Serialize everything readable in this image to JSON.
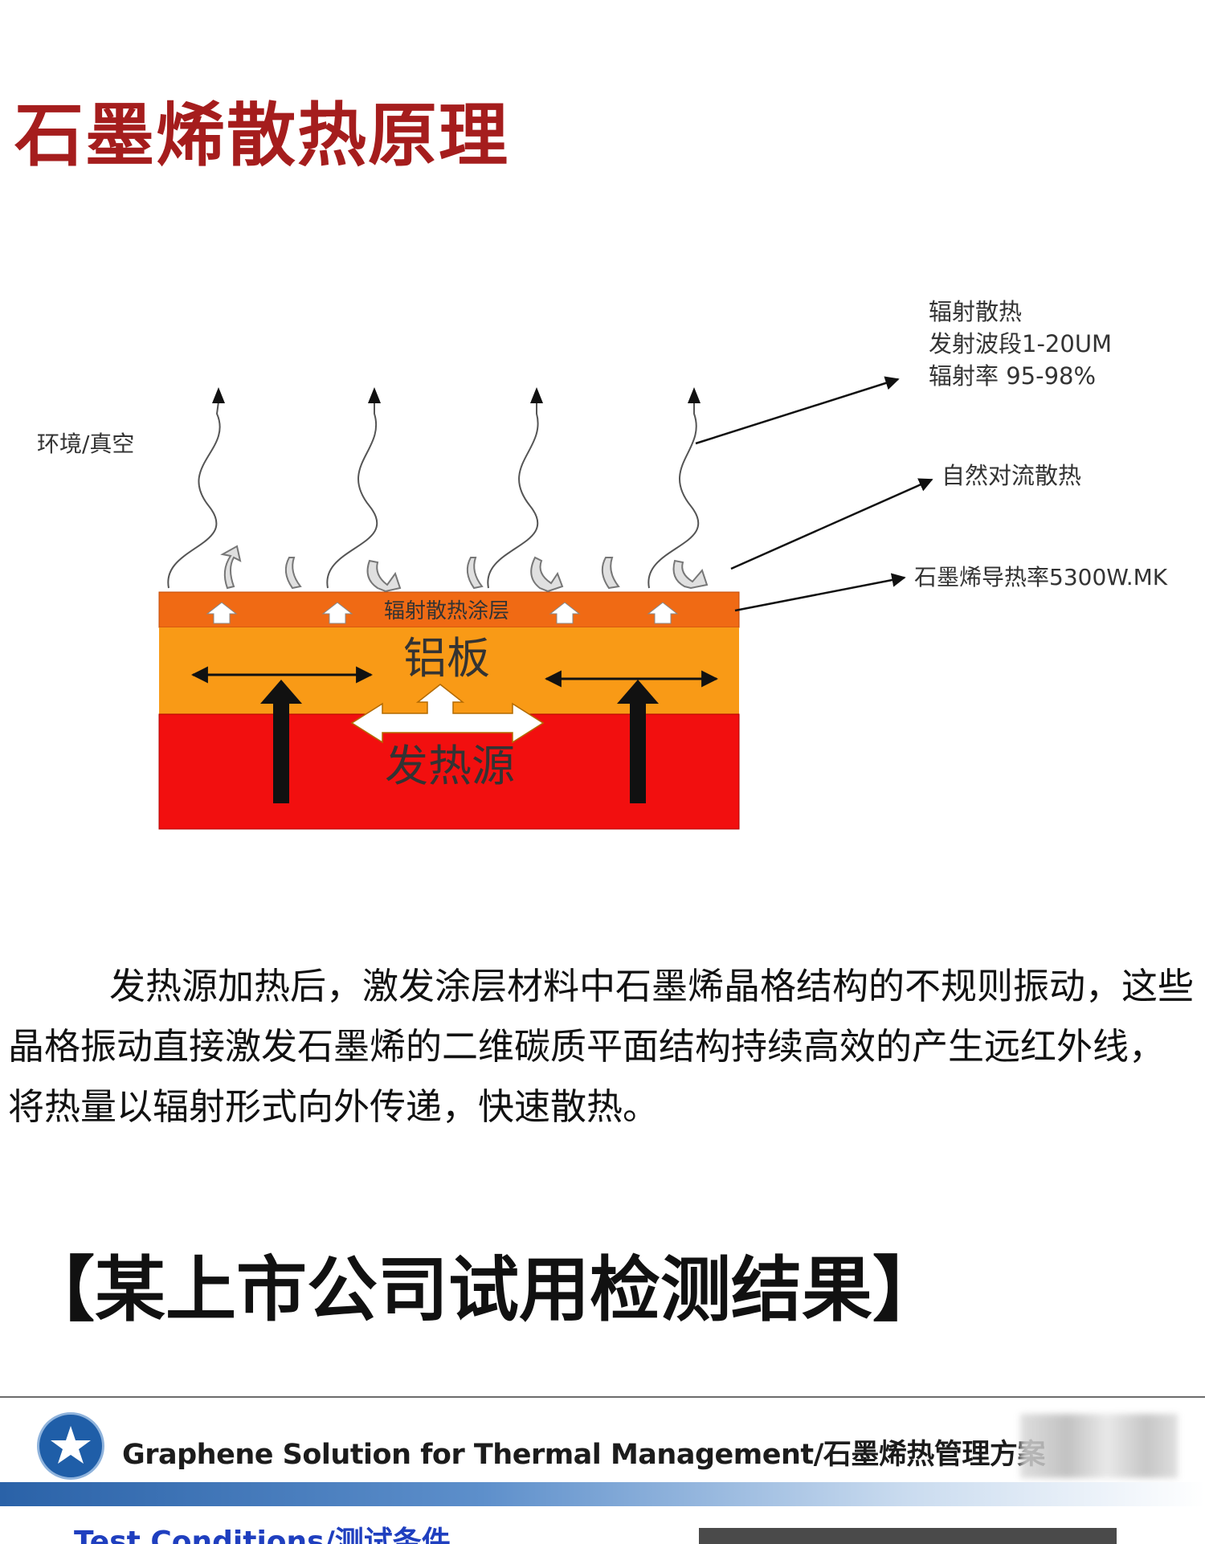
{
  "page": {
    "title": "石墨烯散热原理",
    "paragraph": "发热源加热后，激发涂层材料中石墨烯晶格结构的不规则振动，这些晶格振动直接激发石墨烯的二维碳质平面结构持续高效的产生远红外线，将热量以辐射形式向外传递，快速散热。",
    "section_title": "【某上市公司试用检测结果】"
  },
  "diagram": {
    "environment_label": "环境/真空",
    "radiation_title": "辐射散热",
    "radiation_band": "发射波段1-20UM",
    "radiation_rate": "辐射率 95-98%",
    "convection_label": "自然对流散热",
    "conductivity_label": "石墨烯导热率5300W.MK",
    "coating_label": "辐射散热涂层",
    "plate_label": "铝板",
    "source_label": "发热源",
    "colors": {
      "coating": "#f06a14",
      "aluminum": "#f99a16",
      "heat_source": "#f20f0f"
    }
  },
  "slide": {
    "header_en": "Graphene Solution for Thermal Management/",
    "header_cn": "石墨烯热管理方案",
    "sub_heading": "Test Conditions/测试条件",
    "logo_icon": "star-circle-logo"
  }
}
